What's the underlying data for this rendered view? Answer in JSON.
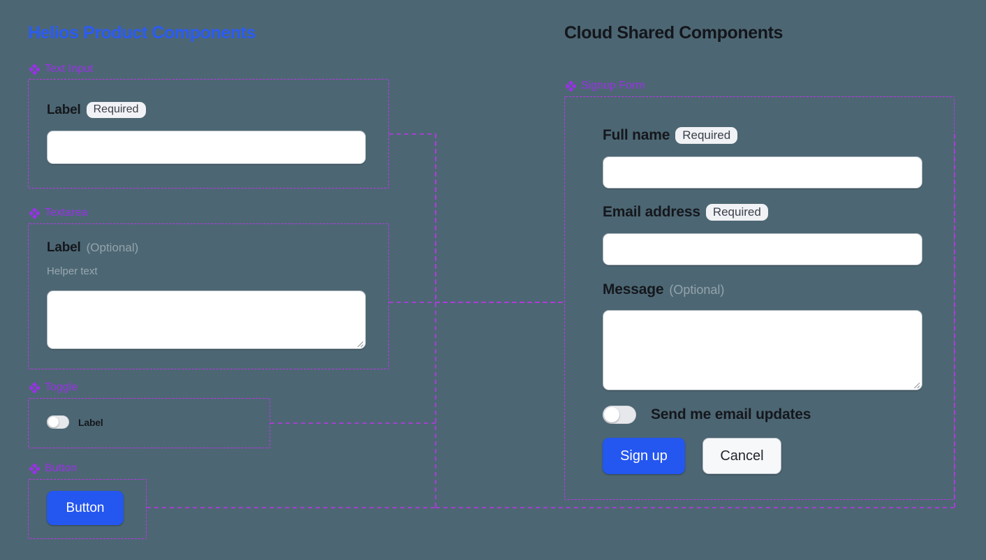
{
  "canvas": {
    "background": "#4c6773",
    "accent_blue": "#2456f0",
    "accent_purple": "#9b30e8",
    "outline_purple": "#c033ee",
    "badge_bg": "#f1f2f5",
    "muted_text": "#95a3ab"
  },
  "columns": {
    "left_title": "Helios Product Components",
    "right_title": "Cloud Shared Components"
  },
  "icons": {
    "component_diamond": "component-diamond-icon",
    "resize_grip": "resize-grip-icon"
  },
  "left_sections": [
    {
      "name": "text-input",
      "label": "Text Input"
    },
    {
      "name": "textarea",
      "label": "Textarea"
    },
    {
      "name": "toggle",
      "label": "Toggle"
    },
    {
      "name": "button",
      "label": "Button"
    }
  ],
  "text_input_demo": {
    "label": "Label",
    "badge": "Required",
    "value": "",
    "placeholder": ""
  },
  "textarea_demo": {
    "label": "Label",
    "optional": "(Optional)",
    "helper": "Helper text",
    "value": "",
    "placeholder": ""
  },
  "toggle_demo": {
    "label": "Label",
    "state": "off"
  },
  "button_demo": {
    "label": "Button"
  },
  "right_section": {
    "name": "signup-form",
    "label": "Signup Form",
    "fields": [
      {
        "name": "full-name",
        "label": "Full name",
        "badge": "Required",
        "optional": "",
        "value": "",
        "placeholder": ""
      },
      {
        "name": "email-address",
        "label": "Email address",
        "badge": "Required",
        "optional": "",
        "value": "",
        "placeholder": ""
      },
      {
        "name": "message",
        "label": "Message",
        "badge": "",
        "optional": "(Optional)",
        "value": "",
        "placeholder": ""
      }
    ],
    "toggle": {
      "label": "Send me email updates",
      "state": "off"
    },
    "actions": {
      "primary": "Sign up",
      "secondary": "Cancel"
    }
  }
}
